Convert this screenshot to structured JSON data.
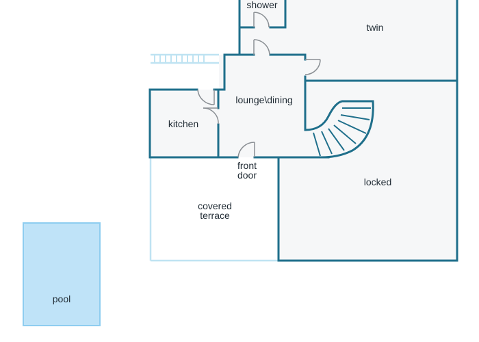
{
  "rooms": {
    "shower": "shower",
    "twin": "twin",
    "lounge_dining": "lounge\\dining",
    "kitchen": "kitchen",
    "front_door_line1": "front",
    "front_door_line2": "door",
    "locked": "locked",
    "covered_terrace_line1": "covered",
    "covered_terrace_line2": "terrace",
    "pool": "pool"
  },
  "colors": {
    "wall": "#1f6f8b",
    "light_wall": "#bfe3f2",
    "room_fill": "#f6f7f8",
    "pool_fill": "#bfe3f8",
    "pool_border": "#8ecdf0",
    "door": "#8a8f94"
  }
}
